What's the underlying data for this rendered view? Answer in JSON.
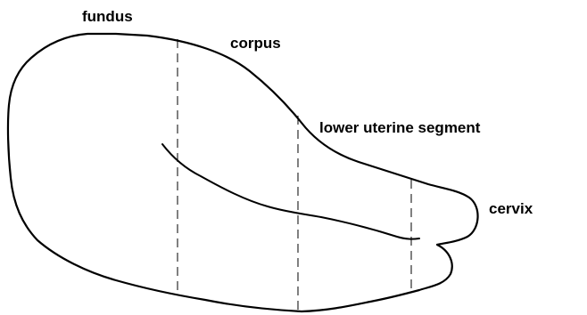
{
  "labels": {
    "fundus": "fundus",
    "corpus": "corpus",
    "lower_segment": "lower uterine segment",
    "cervix": "cervix"
  },
  "colors": {
    "background": "#ffffff",
    "stroke": "#000000"
  }
}
